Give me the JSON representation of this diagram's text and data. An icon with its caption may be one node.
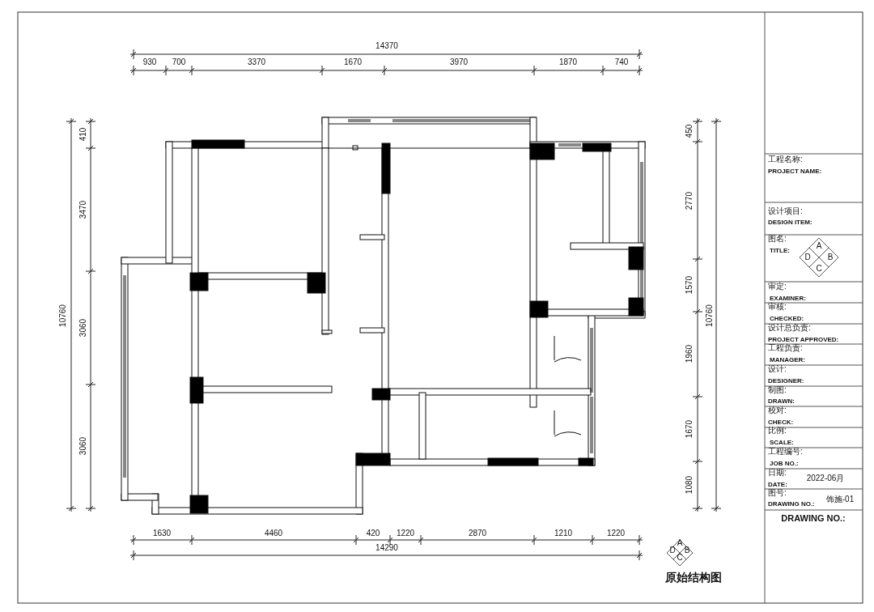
{
  "diagram": {
    "title": "原始结构图",
    "labels": [
      "14370",
      "930",
      "700",
      "3370",
      "1670",
      "3970",
      "1870",
      "740",
      "410",
      "3470",
      "10760",
      "3060",
      "3060",
      "450",
      "2770",
      "1570",
      "10760",
      "1960",
      "1670",
      "1080",
      "1630",
      "4460",
      "420",
      "1220",
      "2870",
      "1210",
      "1220",
      "14290",
      "工程名称:",
      "PROJECT NAME:",
      "设计项目:",
      "DESIGN ITEM:",
      "图名:",
      "TITLE:",
      "A",
      "B",
      "C",
      "D",
      "审定:",
      "EXAMINER:",
      "审核:",
      "CHECKED:",
      "设计总负责:",
      "PROJECT APPROVED:",
      "工程负责:",
      "MANAGER:",
      "设计:",
      "DESIGNER:",
      "制图:",
      "DRAWN:",
      "校对:",
      "CHECK:",
      "比例:",
      "SCALE:",
      "工程编号:",
      "JOB NO.:",
      "日期:",
      "DATE:",
      "2022-06月",
      "图号:",
      "DRAWING NO.:",
      "饰施-01",
      "DRAWING NO.:",
      "A",
      "B",
      "C",
      "D"
    ]
  }
}
